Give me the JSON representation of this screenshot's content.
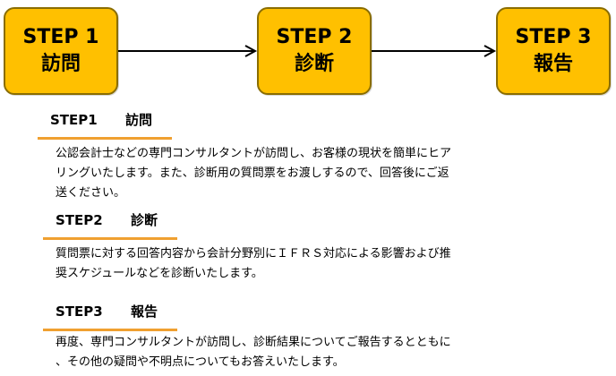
{
  "flow": {
    "steps": [
      {
        "step": "STEP 1",
        "name": "訪問"
      },
      {
        "step": "STEP 2",
        "name": "診断"
      },
      {
        "step": "STEP 3",
        "name": "報告"
      }
    ],
    "colors": {
      "box_fill": "#ffc000",
      "box_border": "#8a6d00",
      "underline": "#f0a030",
      "arrow": "#000000"
    }
  },
  "details": [
    {
      "step": "STEP1",
      "name": "訪問",
      "lines": [
        "公認会計士などの専門コンサルタントが訪問し、お客様の現状を簡単にヒア",
        "リングいたします。また、診断用の質問票をお渡しするので、回答後にご返",
        "送ください。"
      ]
    },
    {
      "step": "STEP2",
      "name": "診断",
      "lines": [
        "質問票に対する回答内容から会計分野別にＩＦＲＳ対応による影響および推",
        "奨スケジュールなどを診断いたします。"
      ]
    },
    {
      "step": "STEP3",
      "name": "報告",
      "lines": [
        "再度、専門コンサルタントが訪問し、診断結果についてご報告するとともに",
        "、その他の疑問や不明点についてもお答えいたします。"
      ]
    }
  ]
}
